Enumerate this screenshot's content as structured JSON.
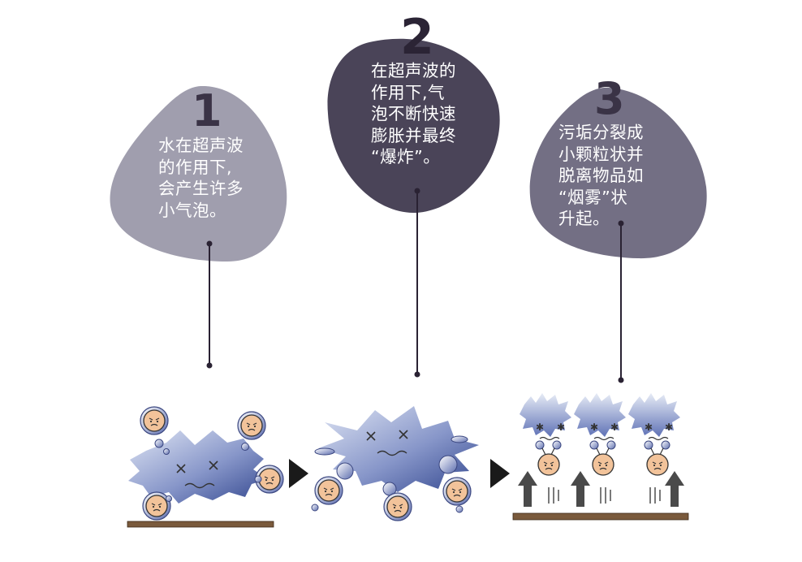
{
  "steps": [
    {
      "number": "1",
      "text": "水在超声波\n的作用下,\n会产生许多\n小气泡。",
      "bubble_color": "#a09eae",
      "number_color": "#3a3346"
    },
    {
      "number": "2",
      "text": "在超声波的\n作用下,气\n泡不断快速\n膨胀并最终\n“爆炸”。",
      "bubble_color": "#4a4458",
      "number_color": "#2b2435"
    },
    {
      "number": "3",
      "text": "污垢分裂成\n小颗粒状并\n脱离物品如\n“烟雾”状\n升起。",
      "bubble_color": "#736f84",
      "number_color": "#3a3346"
    }
  ],
  "colors": {
    "ground": "#7a5a3c",
    "blob_light": "#c9d3ea",
    "blob_dark": "#3c4f97",
    "arrow": "#444444",
    "face": "#f2c39a"
  }
}
